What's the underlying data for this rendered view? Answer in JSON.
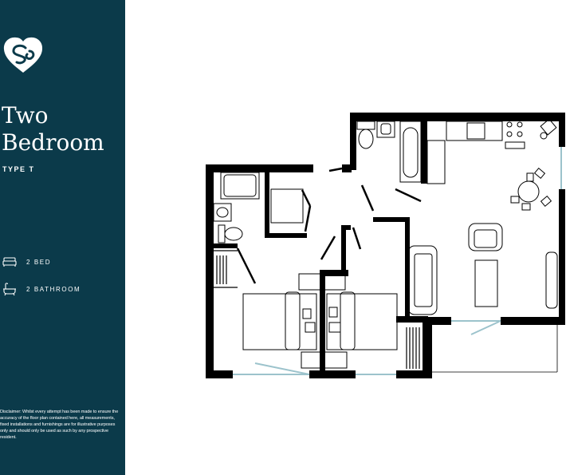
{
  "brand": {
    "logo_icon": "heart-monogram-logo-icon"
  },
  "colors": {
    "sidebar_bg": "#0b3a4a",
    "text": "#ffffff",
    "door_swing": "#9cc3cc",
    "wall": "#000000"
  },
  "plan_title": {
    "line1": "Two",
    "line2": "Bedroom"
  },
  "plan_type": "TYPE T",
  "features": [
    {
      "icon": "bed-icon",
      "label": "2 BED"
    },
    {
      "icon": "bathtub-icon",
      "label": "2 BATHROOM"
    }
  ],
  "disclaimer": "Disclaimer: Whilst every attempt has been made to ensure the accuracy of the floor plan contained here, all measurements, fixed installations and furnishings are for illustrative purposes only and should only be used as such by any prospective resident."
}
